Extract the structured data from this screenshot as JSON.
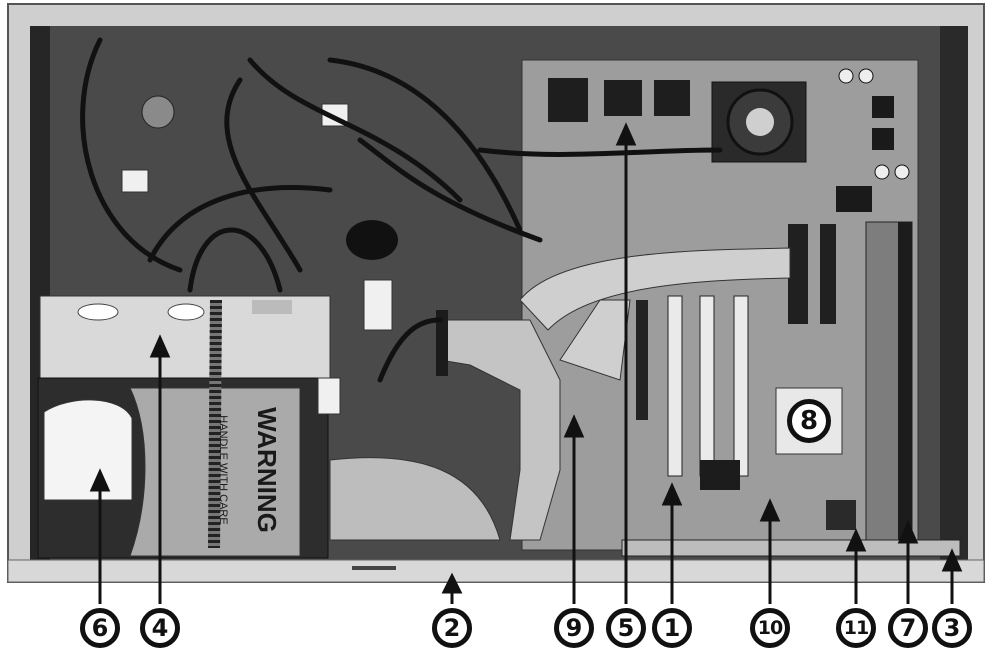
{
  "callouts": [
    {
      "id": "c6",
      "label": "6"
    },
    {
      "id": "c4",
      "label": "4"
    },
    {
      "id": "c2",
      "label": "2"
    },
    {
      "id": "c9",
      "label": "9"
    },
    {
      "id": "c5",
      "label": "5"
    },
    {
      "id": "c1",
      "label": "1"
    },
    {
      "id": "c10",
      "label": "10"
    },
    {
      "id": "c11",
      "label": "11"
    },
    {
      "id": "c7",
      "label": "7"
    },
    {
      "id": "c3",
      "label": "3"
    },
    {
      "id": "c8",
      "label": "8"
    }
  ],
  "drive_label": {
    "warning": "WARNING",
    "handle": "HANDLE WITH CARE"
  }
}
